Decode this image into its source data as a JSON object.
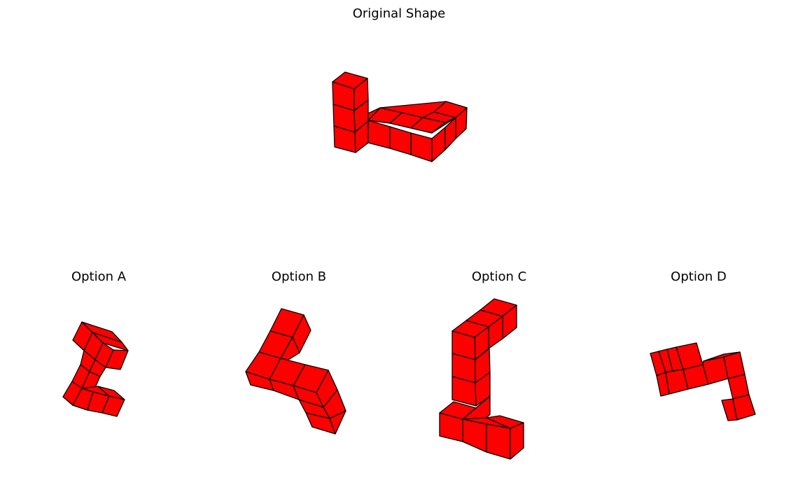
{
  "original": {
    "title": "Original Shape"
  },
  "options": [
    {
      "label": "Option A"
    },
    {
      "label": "Option B"
    },
    {
      "label": "Option C"
    },
    {
      "label": "Option D"
    }
  ],
  "colors": {
    "cube_fill": "#ff0000",
    "cube_edge": "#000000",
    "background": "#ffffff"
  }
}
